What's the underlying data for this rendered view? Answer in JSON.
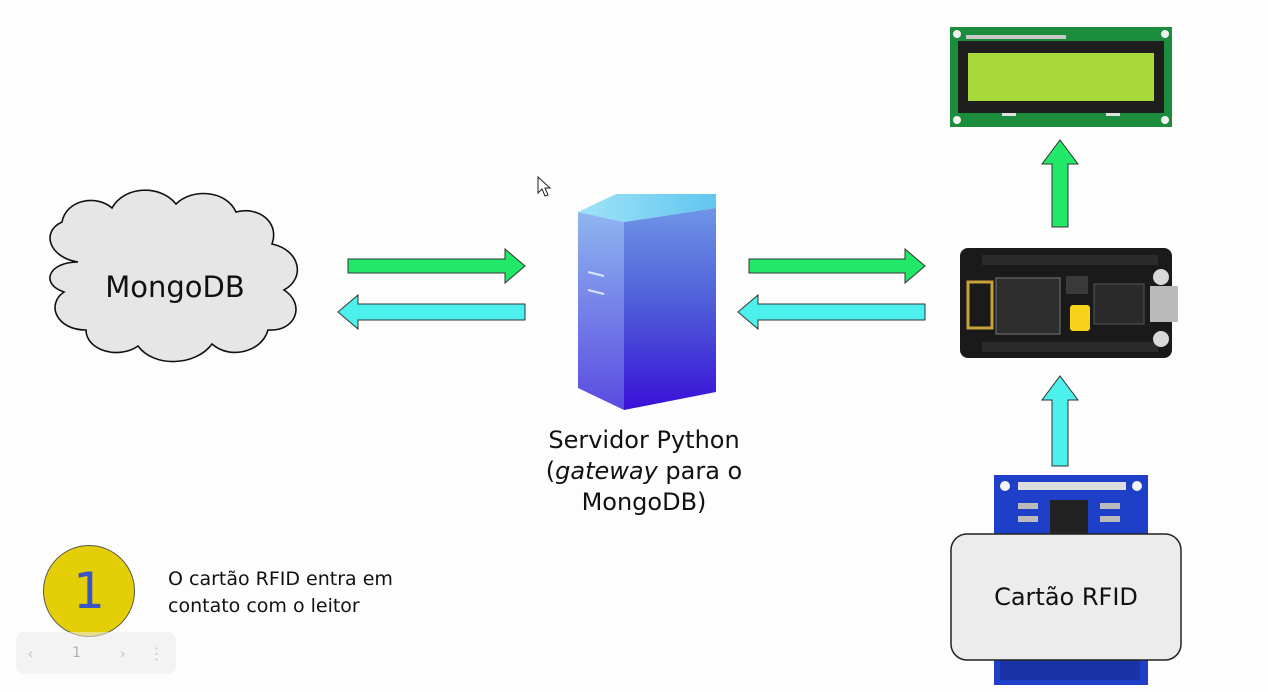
{
  "nodes": {
    "mongodb": "MongoDB",
    "server_line1": "Servidor Python",
    "server_line2_italic": "gateway",
    "server_line2_rest": " para o",
    "server_line3": "MongoDB)",
    "server_line2_open": "(",
    "rfid_card": "Cartão RFID"
  },
  "step": {
    "number": "1",
    "text": "O cartão RFID entra em contato com o leitor"
  },
  "pager": {
    "prev_icon": "chevron-left-icon",
    "page": "1",
    "next_icon": "chevron-right-icon",
    "menu_icon": "vertical-dots-icon"
  },
  "colors": {
    "arrow_green": "#22e86a",
    "arrow_cyan": "#4cf0ec",
    "step_circle": "#e4cf07",
    "step_number": "#3b55c6",
    "cloud_fill": "#e6e6e6"
  }
}
